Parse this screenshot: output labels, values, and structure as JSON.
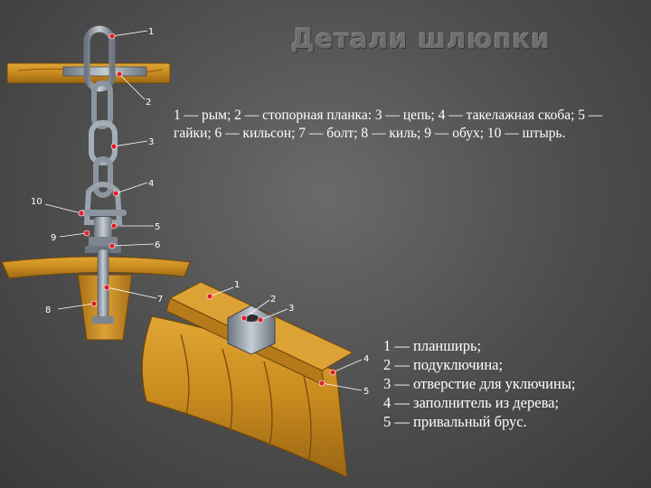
{
  "slide": {
    "title": "Детали шлюпки",
    "legend_top": "1 — рым; 2 — стопорная планка: 3 — цепь; 4 — такелажная скоба; 5 — гайки; 6 — кильсон; 7 — болт; 8 — киль; 9 — обух; 10 — штырь.",
    "legend_bottom": [
      "1 — планширь;",
      "2 — подуключина;",
      "3 — отверстие для уключины;",
      "4 — заполнитель из дерева;",
      "5 — привальный брус."
    ]
  },
  "figure_top": {
    "labels": [
      "1",
      "2",
      "3",
      "4",
      "5",
      "6",
      "7",
      "8",
      "9",
      "10"
    ]
  },
  "figure_bottom": {
    "labels": [
      "1",
      "2",
      "3",
      "4",
      "5"
    ]
  },
  "colors": {
    "wood": "#c98a1e",
    "wood_dark": "#8a5a10",
    "metal": "#9aa3ad",
    "marker": "#e0202a"
  }
}
